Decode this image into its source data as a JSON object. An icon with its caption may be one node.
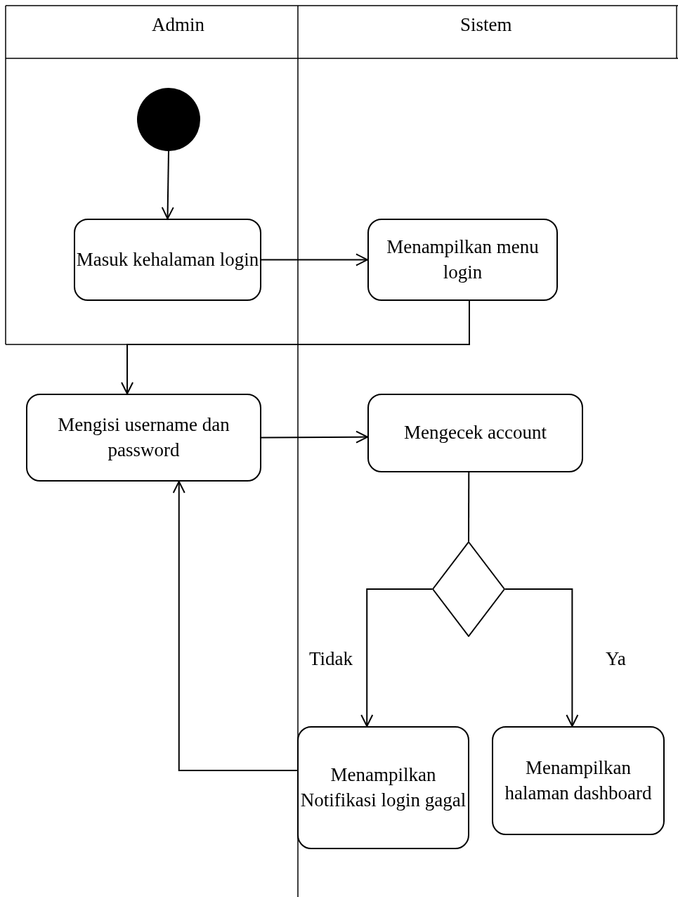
{
  "diagram": {
    "nodes": [
      {
        "text": [],
        "shape": "circle"
      },
      {
        "text": [
          "Masuk kehalaman login"
        ]
      },
      {
        "text": [
          "Menampilkan menu login"
        ]
      },
      {
        "text": [
          "Mengisi username dan password"
        ]
      },
      {
        "text": [
          "Mengecek account"
        ]
      },
      {
        "text": [],
        "shape": "diamond"
      },
      {
        "text": [
          "Menampilkan Notifikasi login gagal"
        ]
      },
      {
        "text": [
          "Menampilkan halaman dashboard"
        ]
      }
    ],
    "edges": [
      {
        "from": 0,
        "to": 1,
        "arrow": "to"
      },
      {
        "from": 1,
        "to": 2,
        "arrow": "to"
      },
      {
        "from": 2,
        "to": 3,
        "arrow": "to"
      },
      {
        "from": 3,
        "to": 4,
        "arrow": "to"
      },
      {
        "from": 4,
        "to": 5,
        "arrow": "none"
      },
      {
        "from": 5,
        "to": 6,
        "arrow": "to",
        "label": "Tidak"
      },
      {
        "from": 5,
        "to": 7,
        "arrow": "to",
        "label": "Ya"
      },
      {
        "from": 6,
        "to": 3,
        "arrow": "to"
      }
    ],
    "labels": [
      "Admin",
      "Sistem"
    ]
  }
}
